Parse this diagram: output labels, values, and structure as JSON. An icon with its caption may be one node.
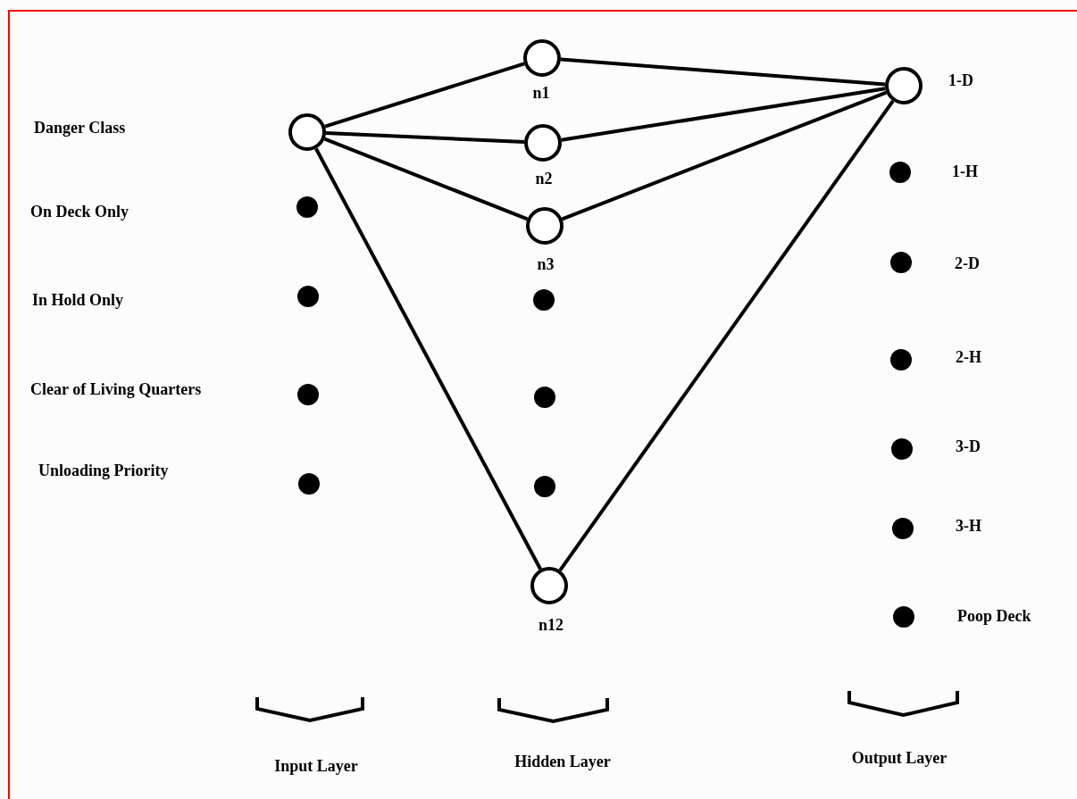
{
  "diagram": {
    "nodes": [
      {
        "text": [],
        "shape": "circle"
      },
      {
        "text": [],
        "shape": "dot"
      },
      {
        "text": [],
        "shape": "dot"
      },
      {
        "text": [],
        "shape": "dot"
      },
      {
        "text": [],
        "shape": "dot"
      },
      {
        "text": [],
        "shape": "circle",
        "beside": [
          "n1"
        ]
      },
      {
        "text": [],
        "shape": "circle",
        "beside": [
          "n2"
        ]
      },
      {
        "text": [],
        "shape": "circle",
        "beside": [
          "n3"
        ]
      },
      {
        "text": [],
        "shape": "dot"
      },
      {
        "text": [],
        "shape": "dot"
      },
      {
        "text": [],
        "shape": "dot"
      },
      {
        "text": [],
        "shape": "circle",
        "beside": [
          "n12"
        ]
      },
      {
        "text": [],
        "shape": "circle",
        "beside": [
          "1-D"
        ]
      },
      {
        "text": [],
        "shape": "dot",
        "beside": [
          "1-H"
        ]
      },
      {
        "text": [],
        "shape": "dot",
        "beside": [
          "2-D"
        ]
      },
      {
        "text": [],
        "shape": "dot",
        "beside": [
          "2-H"
        ]
      },
      {
        "text": [],
        "shape": "dot",
        "beside": [
          "3-D"
        ]
      },
      {
        "text": [],
        "shape": "dot",
        "beside": [
          "3-H"
        ]
      },
      {
        "text": [],
        "shape": "dot",
        "beside": [
          "Poop Deck"
        ]
      }
    ],
    "edges": [
      {
        "from": 0,
        "to": 5,
        "arrow": "none"
      },
      {
        "from": 0,
        "to": 6,
        "arrow": "none"
      },
      {
        "from": 0,
        "to": 7,
        "arrow": "none"
      },
      {
        "from": 0,
        "to": 11,
        "arrow": "none"
      },
      {
        "from": 5,
        "to": 12,
        "arrow": "none"
      },
      {
        "from": 6,
        "to": 12,
        "arrow": "none"
      },
      {
        "from": 7,
        "to": 12,
        "arrow": "none"
      },
      {
        "from": 11,
        "to": 12,
        "arrow": "none"
      }
    ],
    "labels": [
      "Danger Class",
      "On Deck Only",
      "In Hold Only",
      "Clear of Living Quarters",
      "Unloading Priority",
      "Input Layer",
      "Hidden Layer",
      "Output Layer"
    ]
  }
}
